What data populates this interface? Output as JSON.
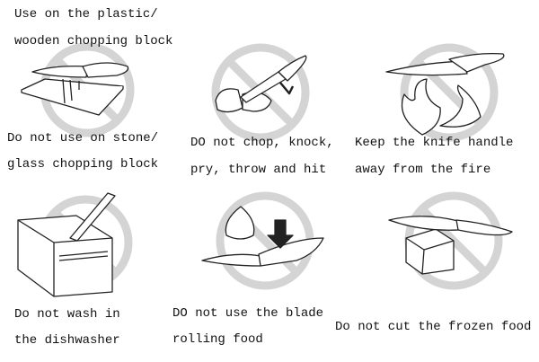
{
  "panels": [
    {
      "id": "cutting-board",
      "lines": [
        "Do not use on stone/",
        "glass chopping block"
      ],
      "header": [
        "Use on the plastic/",
        "wooden chopping block"
      ]
    },
    {
      "id": "chop",
      "lines": [
        "DO not chop, knock,",
        "pry, throw and hit"
      ]
    },
    {
      "id": "fire",
      "lines": [
        "Keep the knife handle",
        "away from the fire"
      ]
    },
    {
      "id": "dishwasher",
      "lines": [
        "Do not wash in",
        "the dishwasher"
      ]
    },
    {
      "id": "rolling",
      "lines": [
        "DO not use the blade",
        "rolling food"
      ]
    },
    {
      "id": "frozen",
      "lines": [
        "Do not cut the frozen food"
      ]
    }
  ],
  "colors": {
    "prohibit": "#d4d4d4",
    "ink": "#222222"
  }
}
